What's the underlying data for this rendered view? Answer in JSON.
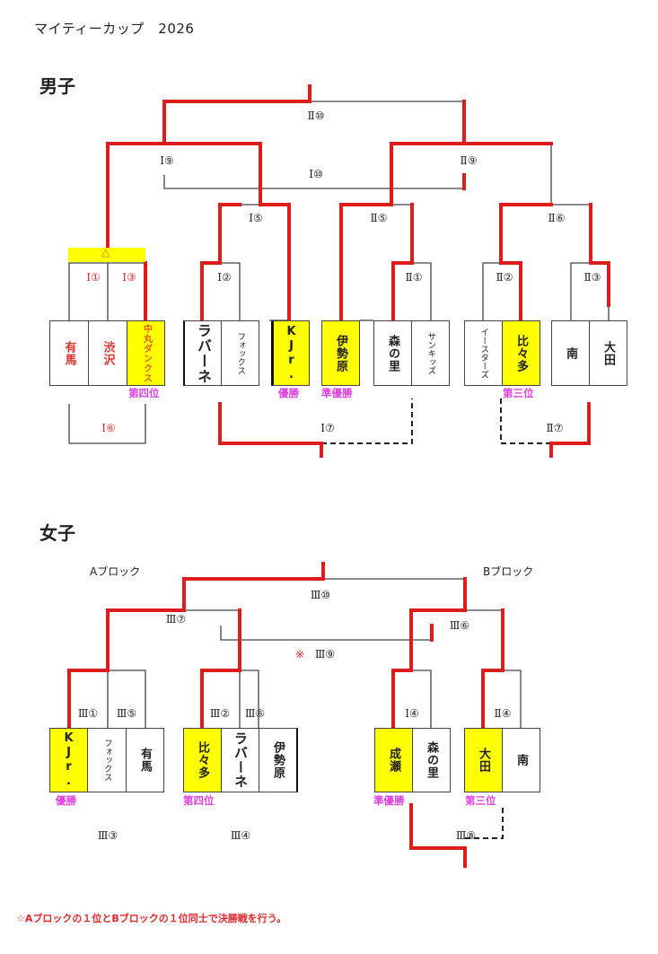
{
  "title": "マイティーカップ　2026",
  "men": {
    "section_title": "男子",
    "seed_mark": "△",
    "matches": {
      "I1": "Ⅰ①",
      "I3": "Ⅰ③",
      "I2": "Ⅰ②",
      "I5": "Ⅰ⑤",
      "II1": "Ⅱ①",
      "II5": "Ⅱ⑤",
      "II2": "Ⅱ②",
      "II3": "Ⅱ③",
      "II6": "Ⅱ⑥",
      "I9": "Ⅰ⑨",
      "I10": "Ⅰ⑩",
      "II9": "Ⅱ⑨",
      "II10": "Ⅱ⑩",
      "I6": "Ⅰ⑥",
      "I7": "Ⅰ⑦",
      "II7": "Ⅱ⑦"
    },
    "teams": [
      {
        "name": "有馬",
        "winner": false
      },
      {
        "name": "渋沢",
        "winner": false
      },
      {
        "name": "中丸ダンクス",
        "winner": true
      },
      {
        "name": "ラバーネ",
        "winner": false
      },
      {
        "name": "フォックス",
        "winner": false
      },
      {
        "name": "KJr.",
        "winner": true
      },
      {
        "name": "伊勢原",
        "winner": true
      },
      {
        "name": "森の里",
        "winner": false
      },
      {
        "name": "サンキッズ",
        "winner": false
      },
      {
        "name": "イースターズ",
        "winner": false
      },
      {
        "name": "比々多",
        "winner": true
      },
      {
        "name": "南",
        "winner": false
      },
      {
        "name": "大田",
        "winner": false
      }
    ],
    "ranks": {
      "champion": "優勝",
      "runner_up": "準優勝",
      "third": "第三位",
      "fourth": "第四位"
    }
  },
  "women": {
    "section_title": "女子",
    "block_a": "Aブロック",
    "block_b": "Bブロック",
    "matches": {
      "III1": "Ⅲ①",
      "III5": "Ⅲ⑤",
      "III2": "Ⅲ②",
      "III6b": "Ⅲ⑥",
      "I4": "Ⅰ④",
      "II4": "Ⅱ④",
      "III7": "Ⅲ⑦",
      "III6": "Ⅲ⑥",
      "III10": "Ⅲ⑩",
      "III9": "Ⅲ⑨",
      "III9_mark": "※",
      "III3": "Ⅲ③",
      "III4": "Ⅲ④",
      "III8": "Ⅲ⑧"
    },
    "teams": [
      {
        "name": "KJr.",
        "winner": true
      },
      {
        "name": "フォックス",
        "winner": false
      },
      {
        "name": "有馬",
        "winner": false
      },
      {
        "name": "比々多",
        "winner": true
      },
      {
        "name": "ラバーネ",
        "winner": false
      },
      {
        "name": "伊勢原",
        "winner": false
      },
      {
        "name": "成瀬",
        "winner": true
      },
      {
        "name": "森の里",
        "winner": false
      },
      {
        "name": "大田",
        "winner": true
      },
      {
        "name": "南",
        "winner": false
      }
    ],
    "ranks": {
      "champion": "優勝",
      "runner_up": "準優勝",
      "third": "第三位",
      "fourth": "第四位"
    }
  },
  "note": "☆Aブロックの１位とBブロックの１位同士で決勝戦を行う。",
  "colors": {
    "winner_line": "#dd1c1c",
    "winner_fill": "#ffff00",
    "rank_text": "#e040e0"
  }
}
